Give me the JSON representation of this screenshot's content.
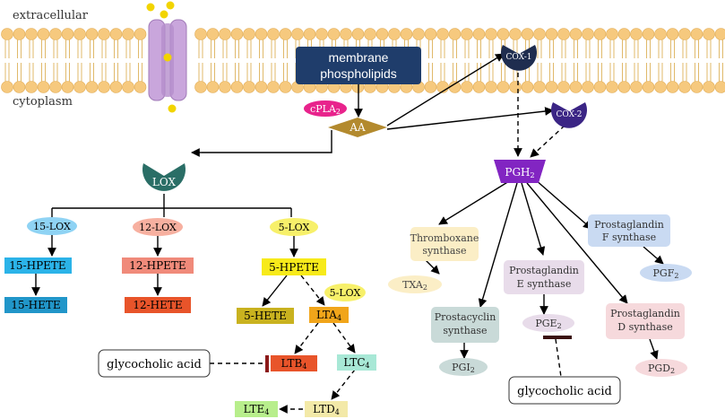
{
  "membrane": {
    "extracellular_label": "extracellular",
    "cytoplasm_label": "cytoplasm",
    "phospholipids_label_line1": "membrane",
    "phospholipids_label_line2": "phospholipids",
    "head_color": "#f6c97e",
    "channel_color": "#c9a6dc",
    "ion_color": "#f2d400"
  },
  "nodes": {
    "cpla2": {
      "base": "cPLA",
      "sub": "2",
      "color": "#e8238c"
    },
    "aa": {
      "label": "AA",
      "color": "#b38a2e"
    },
    "lox": {
      "label": "LOX",
      "color": "#2a6e66"
    },
    "cox1": {
      "label": "COX-1",
      "color": "#1f2d4f"
    },
    "cox2": {
      "label": "COX-2",
      "color": "#3b2585"
    },
    "pgh2": {
      "base": "PGH",
      "sub": "2",
      "color": "#8225c2"
    },
    "lox15": {
      "label": "15-LOX",
      "color": "#8fd3f4"
    },
    "lox12": {
      "label": "12-LOX",
      "color": "#f7b0a0"
    },
    "lox5": {
      "label": "5-LOX",
      "color": "#f7f06a"
    },
    "lox5b": {
      "label": "5-LOX",
      "color": "#f7f06a"
    },
    "hpete15": {
      "label": "15-HPETE",
      "color": "#2bb3e8"
    },
    "hete15": {
      "label": "15-HETE",
      "color": "#2196c9"
    },
    "hpete12": {
      "label": "12-HPETE",
      "color": "#f08a7a"
    },
    "hete12": {
      "label": "12-HETE",
      "color": "#e8542a"
    },
    "hpete5": {
      "label": "5-HPETE",
      "color": "#f7ea1a"
    },
    "hete5": {
      "label": "5-HETE",
      "color": "#c9b21f"
    },
    "lta4": {
      "base": "LTA",
      "sub": "4",
      "color": "#f1a51a"
    },
    "ltb4": {
      "base": "LTB",
      "sub": "4",
      "color": "#e8542a"
    },
    "ltc4": {
      "base": "LTC",
      "sub": "4",
      "color": "#a8e8d6"
    },
    "ltd4": {
      "base": "LTD",
      "sub": "4",
      "color": "#f3e9a8"
    },
    "lte4": {
      "base": "LTE",
      "sub": "4",
      "color": "#b8ee8c"
    },
    "txs": {
      "line1": "Thromboxane",
      "line2": "synthase",
      "color": "#fbeec6"
    },
    "txa2": {
      "base": "TXA",
      "sub": "2",
      "color": "#fbeec6"
    },
    "pgfs": {
      "line1": "Prostaglandin",
      "line2": "F synthase",
      "color": "#c9daf2"
    },
    "pgf2": {
      "base": "PGF",
      "sub": "2",
      "color": "#c9daf2"
    },
    "pges": {
      "line1": "Prostaglandin",
      "line2": "E synthase",
      "color": "#e8dcea"
    },
    "pge2": {
      "base": "PGE",
      "sub": "2",
      "color": "#e8dcea"
    },
    "pgis": {
      "line1": "Prostacyclin",
      "line2": "synthase",
      "color": "#c9dad8"
    },
    "pgi2": {
      "base": "PGI",
      "sub": "2",
      "color": "#c9dad8"
    },
    "pgds": {
      "line1": "Prostaglandin",
      "line2": "D synthase",
      "color": "#f6d9dc"
    },
    "pgd2": {
      "base": "PGD",
      "sub": "2",
      "color": "#f6d9dc"
    },
    "glyco_left": {
      "label": "glycocholic acid"
    },
    "glyco_right": {
      "label": "glycocholic acid"
    }
  }
}
